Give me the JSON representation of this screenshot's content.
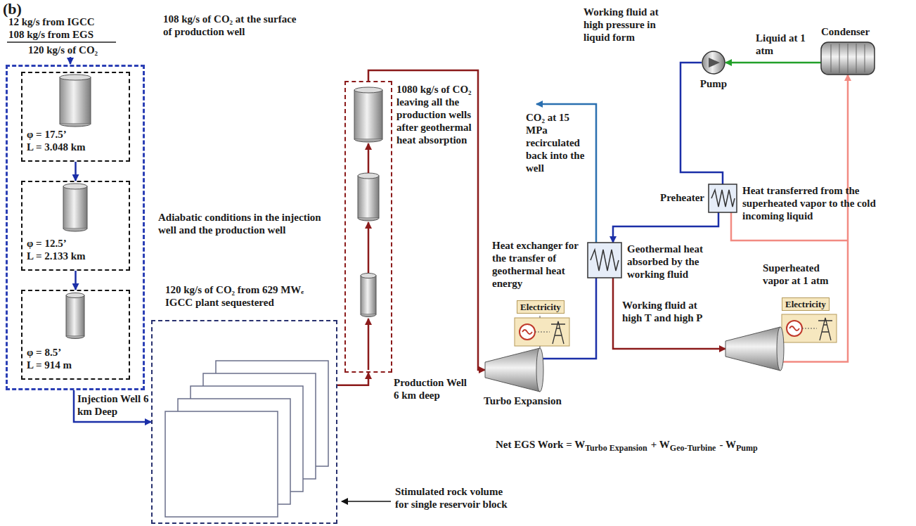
{
  "diagram": {
    "nodes": [
      {
        "text": [
          "Injection Well 6 km Deep"
        ]
      },
      {
        "text": [
          "φ = 17.5’",
          "L = 3.048 km"
        ],
        "in": 0
      },
      {
        "text": [
          "φ = 12.5’",
          "L = 2.133 km"
        ],
        "in": 0
      },
      {
        "text": [
          "φ = 8.5’",
          "L = 914 m"
        ],
        "in": 0
      },
      {
        "text": [
          "120 kg/s of CO₂ from 629 MWₑ IGCC plant sequestered"
        ]
      },
      {
        "text": [
          "Production Well 6 km deep"
        ]
      },
      {
        "text": [
          "Electricity",
          "Turbo Expansion"
        ]
      },
      {
        "text": [
          "Geothermal heat absorbed by the working fluid"
        ]
      },
      {
        "text": [
          "Preheater"
        ]
      },
      {
        "text": [
          "Pump"
        ]
      },
      {
        "text": [
          "Condenser"
        ]
      },
      {
        "text": [
          "Electricity"
        ]
      }
    ],
    "edges": [
      {
        "from": 1,
        "to": 2,
        "arrow": "to"
      },
      {
        "from": 2,
        "to": 3,
        "arrow": "to"
      },
      {
        "from": 0,
        "to": 4,
        "arrow": "to"
      },
      {
        "from": 4,
        "to": 5,
        "arrow": "to"
      },
      {
        "from": 5,
        "to": 6,
        "arrow": "to"
      },
      {
        "from": 6,
        "to": 7,
        "arrow": "none"
      },
      {
        "from": 8,
        "to": 7,
        "arrow": "to"
      },
      {
        "from": 7,
        "to": 11,
        "arrow": "to"
      },
      {
        "from": 11,
        "to": 10,
        "arrow": "to"
      },
      {
        "from": 10,
        "to": 9,
        "arrow": "to"
      },
      {
        "from": 9,
        "to": 8,
        "arrow": "none"
      }
    ],
    "labels": [
      "(b)",
      "12 kg/s from IGCC",
      "108 kg/s from EGS",
      "120 kg/s of CO₂",
      "108 kg/s of CO₂ at the surface of production well",
      "Adiabatic conditions in the injection well and the production well",
      "Stimulated rock volume for single reservoir block",
      "1080 kg/s of CO₂ leaving all the production wells after geothermal heat absorption",
      "CO₂ at 15 MPa recirculated back into the well",
      "Heat exchanger for the transfer of geothermal heat energy",
      "Working fluid at high pressure in liquid form",
      "Liquid at 1 atm",
      "Heat transferred from the superheated vapor to the cold incoming liquid",
      "Working fluid at high T and high P",
      "Superheated vapor at 1 atm",
      "Net EGS Work = W",
      "Turbo Expansion",
      "+ W",
      "Geo-Turbine",
      "- W",
      "Pump"
    ]
  }
}
